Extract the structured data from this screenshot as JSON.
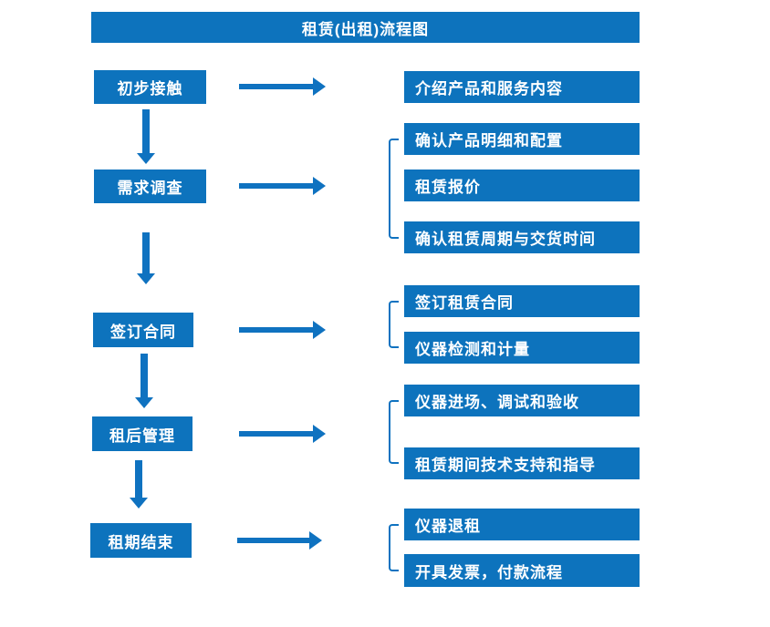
{
  "title": "租赁(出租)流程图",
  "colors": {
    "primary": "#0d73bd",
    "arrow": "#0f72c0",
    "text": "#ffffff",
    "bg": "#ffffff"
  },
  "stages": [
    {
      "label": "初步接触",
      "outputs": [
        "介绍产品和服务内容"
      ]
    },
    {
      "label": "需求调查",
      "outputs": [
        "确认产品明细和配置",
        "租赁报价",
        "确认租赁周期与交货时间"
      ]
    },
    {
      "label": "签订合同",
      "outputs": [
        "签订租赁合同",
        "仪器检测和计量"
      ]
    },
    {
      "label": "租后管理",
      "outputs": [
        "仪器进场、调试和验收",
        "租赁期间技术支持和指导"
      ]
    },
    {
      "label": "租期结束",
      "outputs": [
        "仪器退租",
        "开具发票，付款流程"
      ]
    }
  ]
}
